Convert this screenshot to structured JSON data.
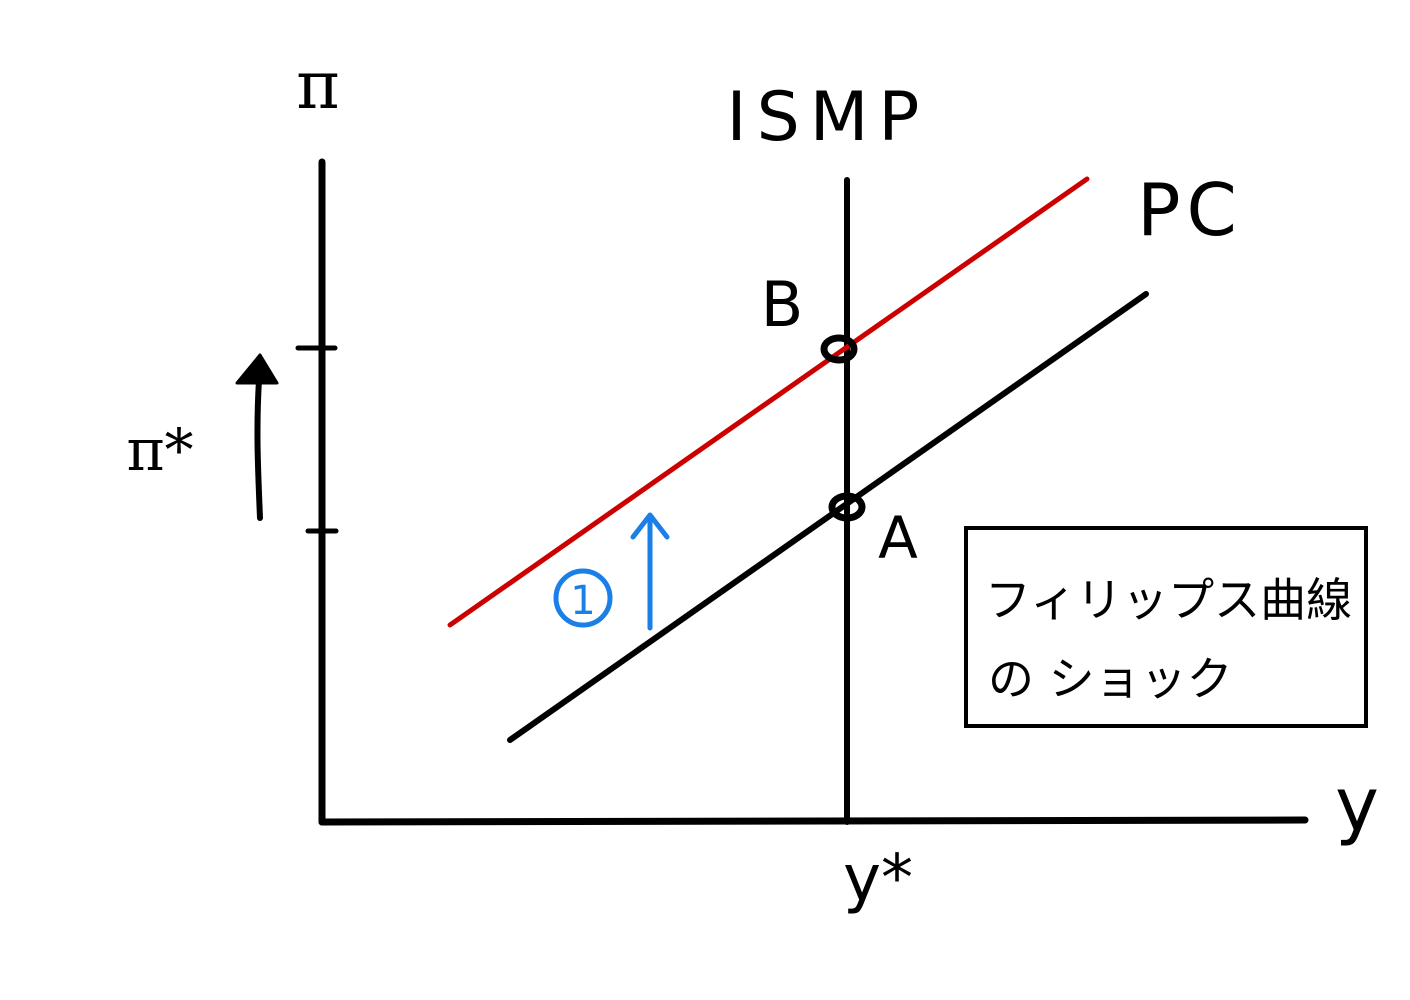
{
  "labels": {
    "y_axis": "π",
    "x_axis": "y",
    "ismp": "ISMP",
    "pc": "PC",
    "point_b": "B",
    "point_a": "A",
    "pi_star": "π*",
    "y_star": "y*",
    "shock_number": "1"
  },
  "note_box": {
    "line1": "フィリップス曲線",
    "line2": "の ショック"
  },
  "colors": {
    "ink": "#000000",
    "shifted_curve": "#cc0000",
    "shock_arrow": "#1a7fe6"
  }
}
